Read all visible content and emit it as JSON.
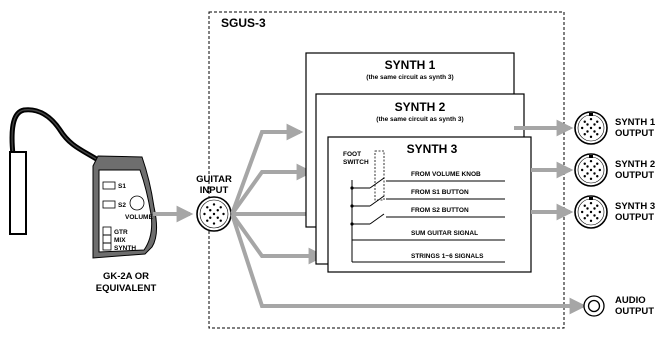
{
  "diagram": {
    "sgus_title": "SGUS-3",
    "guitar_input": [
      "GUITAR",
      "INPUT"
    ],
    "pickup": {
      "name_lines": [
        "GK-2A OR",
        "EQUIVALENT"
      ],
      "s1": "S1",
      "s2": "S2",
      "volume": "VOLUME",
      "selector": [
        "GTR",
        "MIX",
        "SYNTH"
      ]
    },
    "synth1": {
      "title": "SYNTH 1",
      "subtitle": "(the same circuit as synth 3)"
    },
    "synth2": {
      "title": "SYNTH 2",
      "subtitle": "(the same circuit as synth 3)"
    },
    "synth3": {
      "title": "SYNTH 3",
      "foot_switch": [
        "FOOT",
        "SWITCH"
      ],
      "signals": [
        "FROM VOLUME KNOB",
        "FROM S1 BUTTON",
        "FROM S2 BUTTON",
        "SUM GUITAR SIGNAL",
        "STRINGS 1~6 SIGNALS"
      ]
    },
    "outputs": {
      "synth1": [
        "SYNTH 1",
        "OUTPUT"
      ],
      "synth2": [
        "SYNTH 2",
        "OUTPUT"
      ],
      "synth3": [
        "SYNTH 3",
        "OUTPUT"
      ],
      "audio": [
        "AUDIO",
        "OUTPUT"
      ]
    }
  }
}
